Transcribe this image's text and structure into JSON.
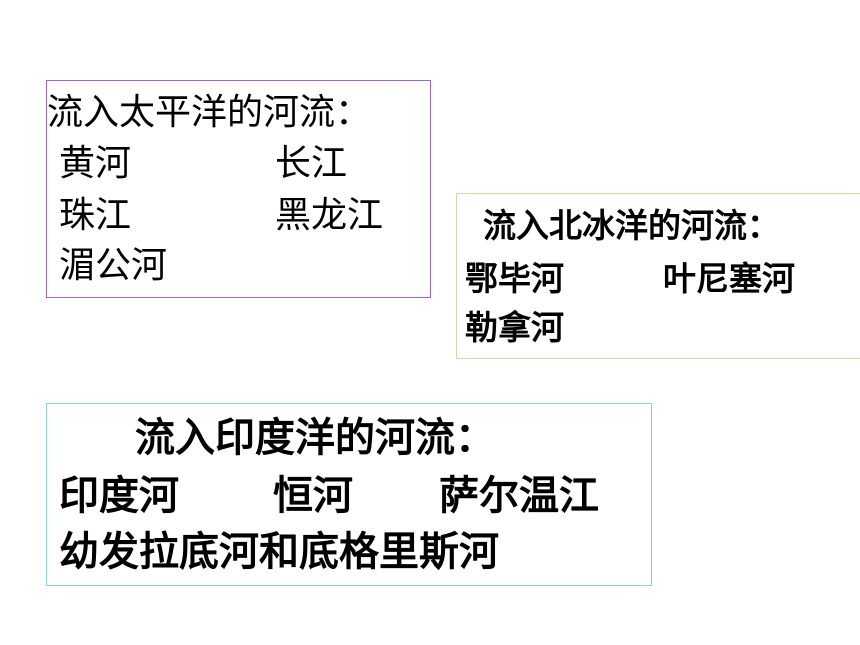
{
  "colors": {
    "pacific_border": "#a066c0",
    "arctic_border": "#c4dfa6",
    "indian_border": "#8fd0dc",
    "text": "#000000",
    "background": "#ffffff"
  },
  "pacific": {
    "heading": "流入太平洋的河流：",
    "rivers": [
      "黄河",
      "长江",
      "珠江",
      "黑龙江",
      "湄公河"
    ]
  },
  "arctic": {
    "heading": "流入北冰洋的河流：",
    "rivers": [
      "鄂毕河",
      "叶尼塞河",
      "勒拿河"
    ]
  },
  "indian": {
    "heading": "流入印度洋的河流：",
    "rivers": [
      "印度河",
      "恒河",
      "萨尔温江",
      "幼发拉底河和底格里斯河"
    ]
  }
}
